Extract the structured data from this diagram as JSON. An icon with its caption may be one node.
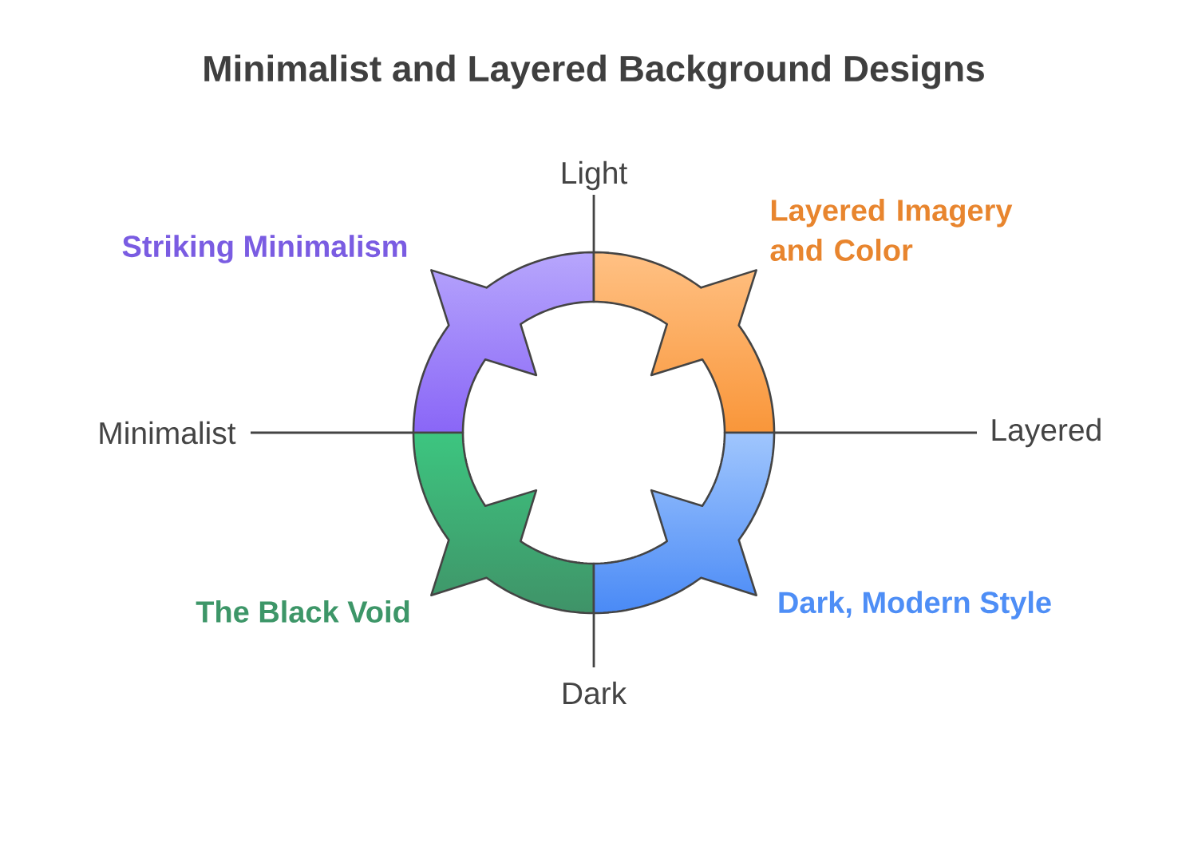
{
  "diagram": {
    "title": "Minimalist and Layered Background Designs",
    "nodes": [
      {
        "text": [
          "Striking Minimalism"
        ]
      },
      {
        "text": [
          "Layered Imagery and Color"
        ]
      },
      {
        "text": [
          "The Black Void"
        ]
      },
      {
        "text": [
          "Dark, Modern Style"
        ]
      }
    ],
    "labels": [
      "Light",
      "Minimalist",
      "Layered",
      "Dark"
    ]
  }
}
